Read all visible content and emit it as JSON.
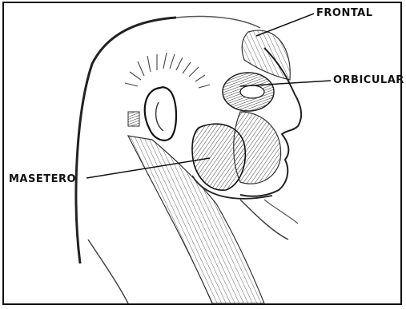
{
  "labels": {
    "frontal": "FRONTAL",
    "orbicular": "ORBICULAR",
    "masetero": "MASETERO"
  },
  "colors": {
    "ink": "#111111",
    "shade": "#555555",
    "paper": "#ffffff"
  }
}
